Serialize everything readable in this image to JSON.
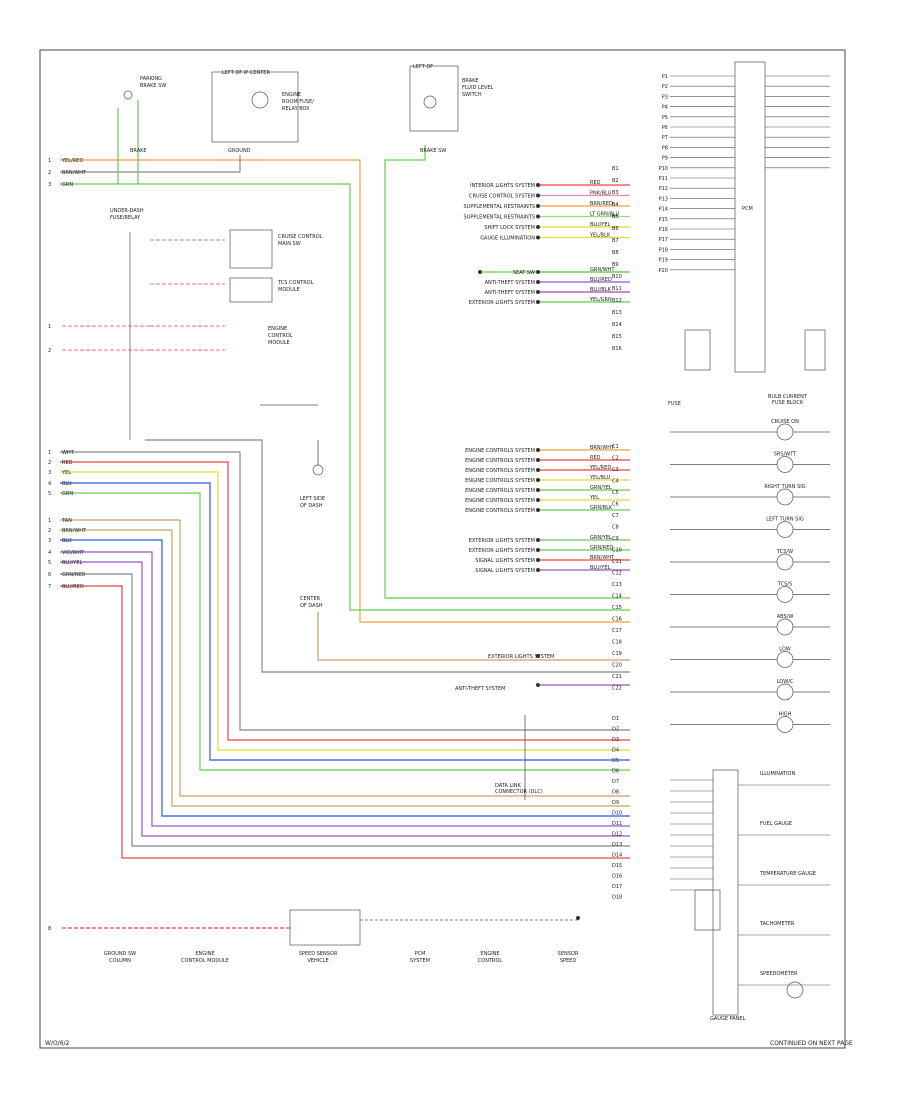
{
  "diagram": {
    "footer_left": "W/O/6/2",
    "footer_right": "CONTINUED ON NEXT PAGE",
    "gauge_panel_label": "GAUGE PANEL",
    "fuse_block_label": "FUSE BLOCK",
    "colors": {
      "orange": "#f0a040",
      "green": "#66cc55",
      "lightgreen": "#99dd77",
      "red": "#ee4444",
      "pink": "#ee88aa",
      "yellow": "#dddd33",
      "blue": "#3355ee",
      "violet": "#9955cc",
      "tan": "#c8a060",
      "grey": "#888888",
      "black": "#222222",
      "purple": "#aa44aa"
    },
    "left_signals": [
      {
        "label": "YEL/RED",
        "color": "orange"
      },
      {
        "label": "BRN/WHT",
        "color": "grey"
      },
      {
        "label": "GRN",
        "color": "green"
      }
    ],
    "left_bus": [
      {
        "label": "WHT",
        "color": "grey"
      },
      {
        "label": "RED",
        "color": "red"
      },
      {
        "label": "YEL",
        "color": "yellow"
      },
      {
        "label": "BLU",
        "color": "blue"
      },
      {
        "label": "GRN",
        "color": "green"
      }
    ],
    "left_bus2": [
      {
        "label": "TAN",
        "color": "tan"
      },
      {
        "label": "BRN/WHT",
        "color": "tan"
      },
      {
        "label": "BLU",
        "color": "blue"
      },
      {
        "label": "VIO/WHT",
        "color": "violet"
      },
      {
        "label": "BLU/YEL",
        "color": "violet"
      },
      {
        "label": "GRN/RED",
        "color": "grey"
      },
      {
        "label": "BLU/RED",
        "color": "red"
      }
    ],
    "top_components": [
      {
        "label": "GROUND",
        "sub": "ENGINE"
      },
      {
        "label": "BRAKE SW",
        "sub": "FLUID"
      },
      {
        "label": "BRAKE",
        "sub": "LEVEL SW"
      }
    ],
    "right_connectors_top": [
      {
        "label": "INTERIOR LIGHTS SYSTEM",
        "wire": "RED",
        "color": "red"
      },
      {
        "label": "CRUISE CONTROL SYSTEM",
        "wire": "PNK/BLU",
        "color": "pink"
      },
      {
        "label": "SUPPLEMENTAL RESTRAINTS",
        "wire": "BRN/RED",
        "color": "orange"
      },
      {
        "label": "SUPPLEMENTAL RESTRAINTS",
        "wire": "LT GRN/BLU",
        "color": "lightgreen"
      },
      {
        "label": "SHIFT LOCK SYSTEM",
        "wire": "BLU/YEL",
        "color": "yellow"
      },
      {
        "label": "GAUGE ILLUMINATION",
        "wire": "YEL/BLK",
        "color": "yellow"
      }
    ],
    "right_connectors_mid": [
      {
        "label": "SEAT SW",
        "wire": "GRN/WHT",
        "color": "green"
      },
      {
        "label": "ANTI-THEFT SYSTEM",
        "wire": "BLU/RED",
        "color": "violet"
      },
      {
        "label": "ANTI-THEFT SYSTEM",
        "wire": "BLU/BLK",
        "color": "purple"
      },
      {
        "label": "EXTERIOR LIGHTS SYSTEM",
        "wire": "YEL/GRN",
        "color": "green"
      }
    ],
    "right_connectors_engine": [
      {
        "label": "ENGINE CONTROLS SYSTEM",
        "wire": "BRN/WHT",
        "color": "orange"
      },
      {
        "label": "ENGINE CONTROLS SYSTEM",
        "wire": "RED",
        "color": "red"
      },
      {
        "label": "ENGINE CONTROLS SYSTEM",
        "wire": "YEL/RED",
        "color": "red"
      },
      {
        "label": "ENGINE CONTROLS SYSTEM",
        "wire": "YEL/BLU",
        "color": "yellow"
      },
      {
        "label": "ENGINE CONTROLS SYSTEM",
        "wire": "GRN/YEL",
        "color": "green"
      },
      {
        "label": "ENGINE CONTROLS SYSTEM",
        "wire": "YEL",
        "color": "yellow"
      },
      {
        "label": "ENGINE CONTROLS SYSTEM",
        "wire": "GRN/BLK",
        "color": "green"
      }
    ],
    "right_connectors_ext": [
      {
        "label": "EXTERIOR LIGHTS SYSTEM",
        "wire": "GRN/YEL",
        "color": "green"
      },
      {
        "label": "EXTERIOR LIGHTS SYSTEM",
        "wire": "GRN/RED",
        "color": "green"
      },
      {
        "label": "SIGNAL LIGHTS SYSTEM",
        "wire": "BRN/WHT",
        "color": "red"
      },
      {
        "label": "SIGNAL LIGHTS SYSTEM",
        "wire": "BLU/YEL",
        "color": "violet"
      }
    ],
    "indicators": [
      "CRUISE ON",
      "SRS/WTT",
      "RIGHT TURN SIG",
      "LEFT TURN SIG",
      "TCS/W",
      "TCS/S",
      "ABS/W",
      "LOW",
      "LOW/C",
      "HIGH"
    ],
    "gauges": [
      "ILLUMINATION",
      "FUEL GAUGE",
      "TEMPERATURE GAUGE",
      "TACHOMETER",
      "SPEEDOMETER"
    ],
    "bottom_chain": [
      {
        "label": "GROUND SW",
        "sub": "COLUMN"
      },
      {
        "label": "ENGINE",
        "sub": "CONTROL MODULE"
      },
      {
        "label": "SPEED SENSOR",
        "sub": "VEHICLE"
      },
      {
        "label": "PCM",
        "sub": "SYSTEM"
      },
      {
        "label": "ENGINE",
        "sub": "CONTROL"
      },
      {
        "label": "SENSOR",
        "sub": "SPEED"
      }
    ]
  }
}
